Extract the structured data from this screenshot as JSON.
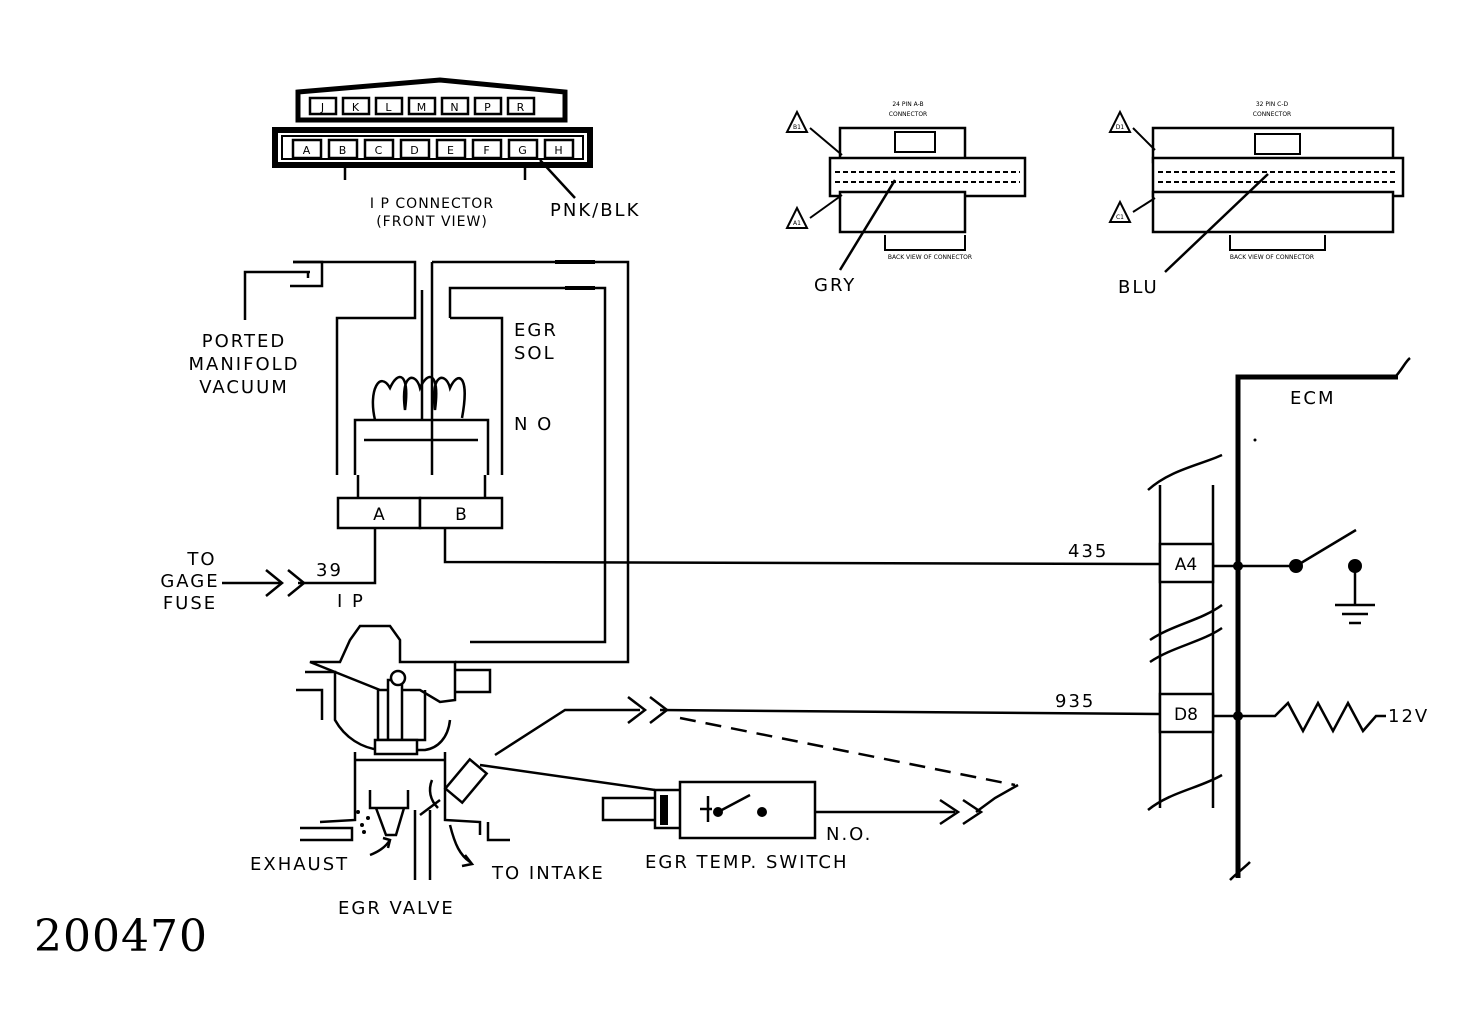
{
  "figure_number": "200470",
  "ip_connector": {
    "caption_line1": "I P CONNECTOR",
    "caption_line2": "(FRONT VIEW)",
    "wire_color": "PNK/BLK",
    "top_row": [
      "J",
      "K",
      "L",
      "M",
      "N",
      "P",
      "R"
    ],
    "bottom_row": [
      "A",
      "B",
      "C",
      "D",
      "E",
      "F",
      "G",
      "H"
    ]
  },
  "ecm_connector_ab": {
    "header_line1": "24 PIN A-B",
    "header_line2": "CONNECTOR",
    "footer": "BACK VIEW OF CONNECTOR",
    "corner_labels": [
      "B1",
      "A1"
    ],
    "wire_color": "GRY"
  },
  "ecm_connector_cd": {
    "header_line1": "32 PIN C-D",
    "header_line2": "CONNECTOR",
    "footer": "BACK VIEW OF CONNECTOR",
    "corner_labels": [
      "D1",
      "C1"
    ],
    "wire_color": "BLU"
  },
  "vacuum_source": {
    "line1": "PORTED",
    "line2": "MANIFOLD",
    "line3": "VACUUM"
  },
  "egr_solenoid": {
    "line1": "EGR",
    "line2": "SOL",
    "state": "N O",
    "terminal_a": "A",
    "terminal_b": "B"
  },
  "power_feed": {
    "line1": "TO",
    "line2": "GAGE",
    "line3": "FUSE",
    "circuit": "39",
    "connector": "I P"
  },
  "ecm": {
    "label": "ECM",
    "pin_a4": "A4",
    "pin_d8": "D8",
    "circuit_a4": "435",
    "circuit_d8": "935",
    "supply": "12V"
  },
  "egr_temp_switch": {
    "label": "EGR TEMP. SWITCH",
    "state": "N.O."
  },
  "egr_valve": {
    "label": "EGR VALVE",
    "exhaust": "EXHAUST",
    "intake": "TO INTAKE"
  }
}
